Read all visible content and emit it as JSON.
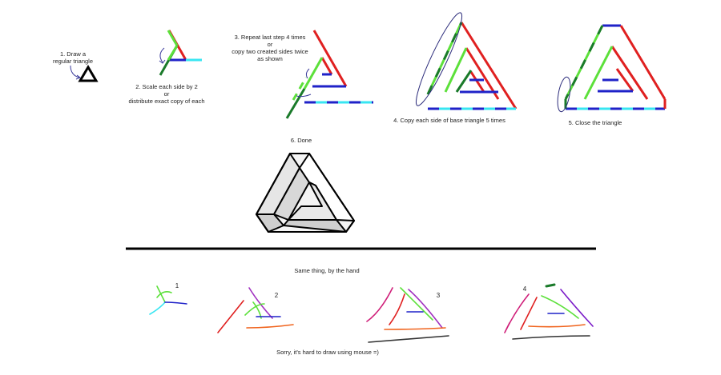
{
  "steps": {
    "s1": [
      "1. Draw a",
      "regular triangle"
    ],
    "s2": [
      "2. Scale each side by 2",
      "or",
      "distribute exact copy of each"
    ],
    "s3": [
      "3. Repeat last step 4 times",
      "or",
      "copy two created sides twice",
      "as shown"
    ],
    "s4": "4. Copy each side of base triangle 5 times",
    "s5": "5. Close the triangle",
    "s6": "6. Done"
  },
  "hand": {
    "title": "Same thing, by the hand",
    "n1": "1",
    "n2": "2",
    "n3": "3",
    "n4": "4",
    "caption": "Sorry, it's hard to draw using mouse =)"
  },
  "colors": {
    "red": "#e02020",
    "green": "#5ce03a",
    "darkgreen": "#1a7a2a",
    "blue": "#1f22c8",
    "cyan": "#38e6f2",
    "navy": "#2a2a7a",
    "purple": "#9a1ac8",
    "orange": "#f0641e",
    "magenta": "#d0207a"
  }
}
